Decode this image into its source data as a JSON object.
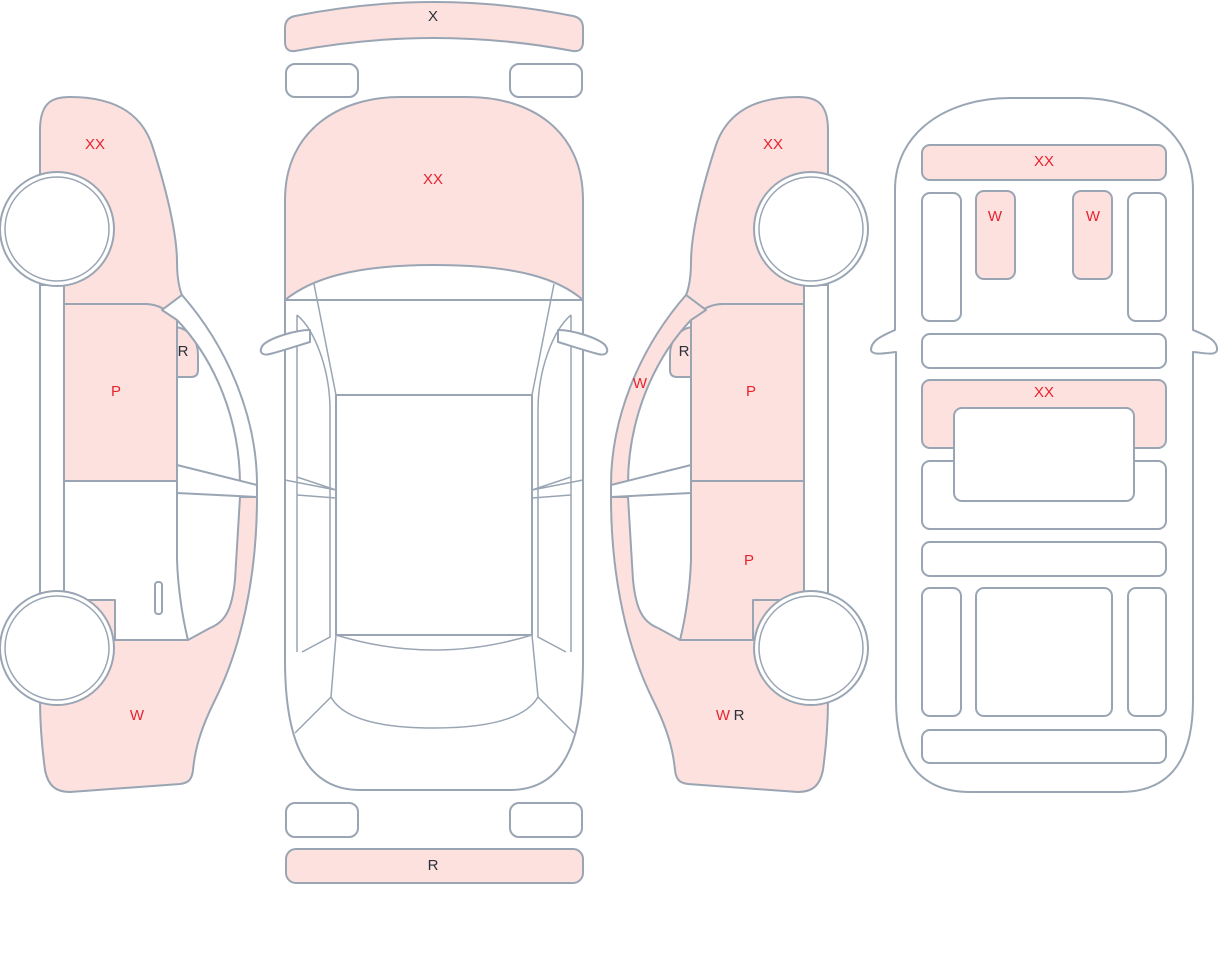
{
  "colors": {
    "damaged_fill": "#fde1de",
    "outline": "#9aa5b4",
    "label_red": "#e8232f",
    "label_dark": "#2b313b"
  },
  "left_side": {
    "front_fender": "XX",
    "front_door": "P",
    "mirror": "R",
    "rear_quarter": "W"
  },
  "top_view": {
    "front_bumper": "X",
    "hood": "XX",
    "rear_bumper": "R"
  },
  "right_side": {
    "front_fender": "XX",
    "mirror": "R",
    "pillar": "W",
    "front_door": "P",
    "rear_door": "P",
    "rear_quarter_w": "W",
    "rear_quarter_r": "R"
  },
  "interior": {
    "dashboard": "XX",
    "front_left_seat": "W",
    "front_right_seat": "W",
    "middle_panel": "XX"
  }
}
